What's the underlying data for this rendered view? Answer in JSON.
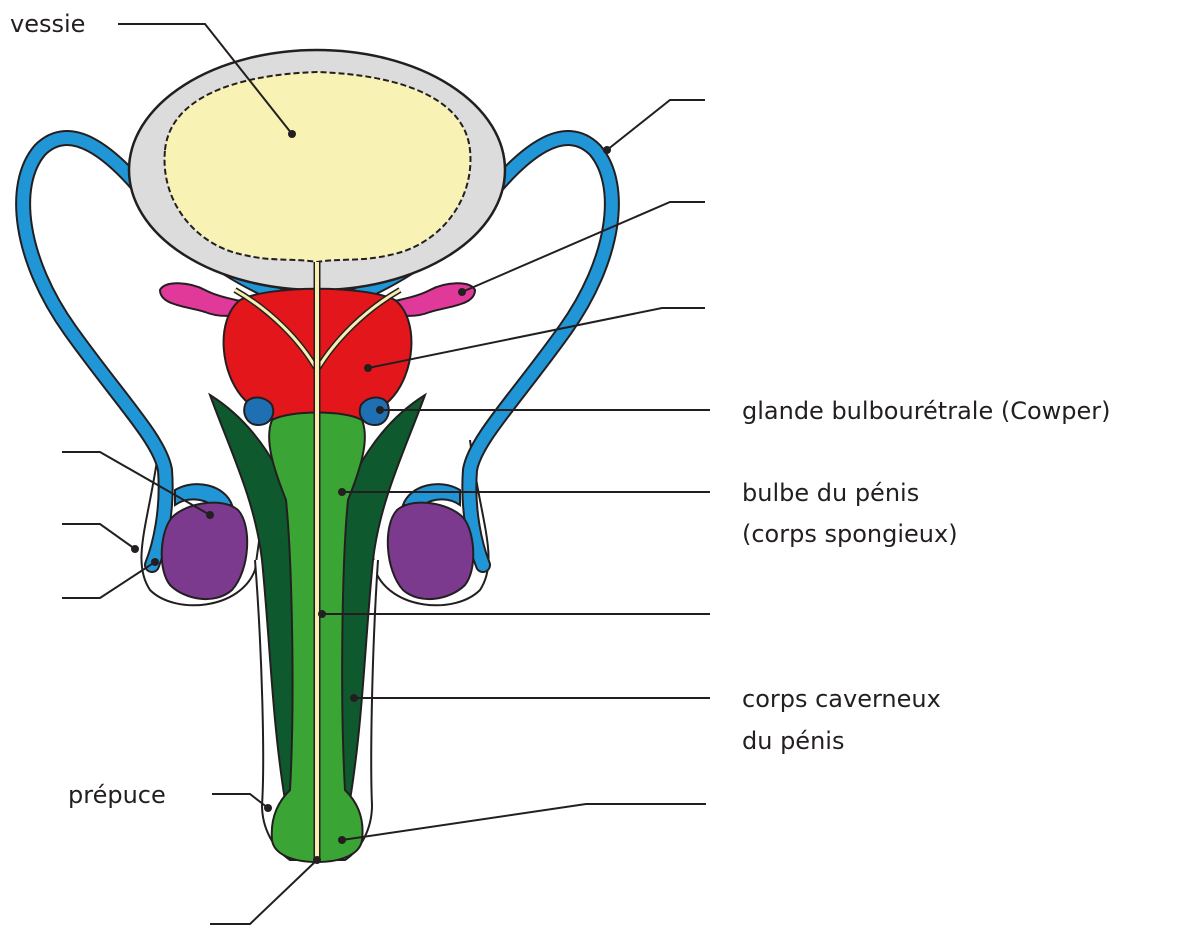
{
  "labels": {
    "vessie": "vessie",
    "prepuce": "prépuce",
    "cowper": "glande bulbourétrale (Cowper)",
    "bulbe_line1": "bulbe du pénis",
    "bulbe_line2": "(corps spongieux)",
    "caverneux_line1": "corps caverneux",
    "caverneux_line2": "du pénis"
  },
  "colors": {
    "bladder_wall": "#dcdcdc",
    "bladder_lumen": "#f8f3b4",
    "vas_deferens": "#2196d6",
    "seminal_vesicle": "#e0399a",
    "prostate": "#e3161b",
    "bulbourethral_gland": "#1f6fb3",
    "corpus_spongiosum": "#3aa535",
    "corpus_cavernosum": "#0e5a2e",
    "testis": "#7b3a8e",
    "urethra": "#f6efb0"
  }
}
